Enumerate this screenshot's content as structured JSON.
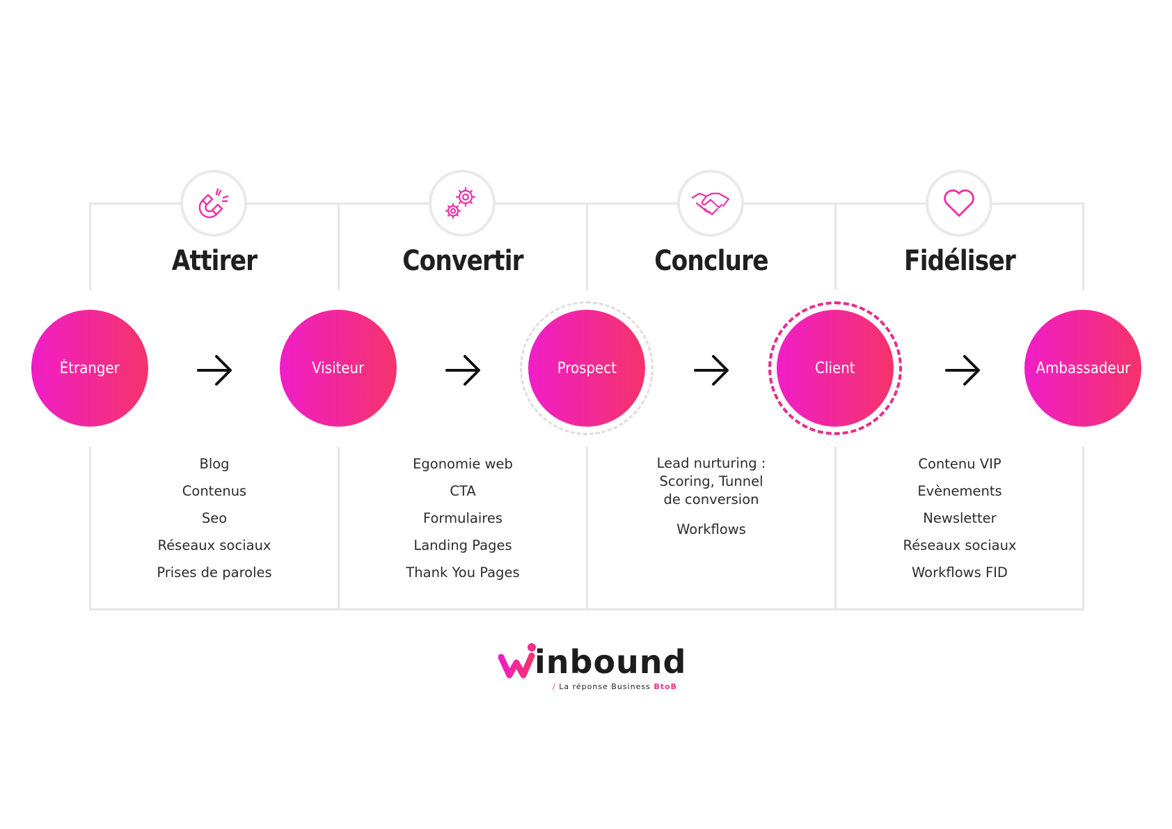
{
  "colors": {
    "accent_start": "#f01ec8",
    "accent_end": "#f5336a",
    "frame_line": "#e6e6e6",
    "text": "#2b2b2b"
  },
  "stages": [
    {
      "title": "Attirer",
      "icon": "magnet-icon",
      "items": [
        "Blog",
        "Contenus",
        "Seo",
        "Réseaux sociaux",
        "Prises de paroles"
      ]
    },
    {
      "title": "Convertir",
      "icon": "gears-icon",
      "items": [
        "Egonomie web",
        "CTA",
        "Formulaires",
        "Landing Pages",
        "Thank You Pages"
      ]
    },
    {
      "title": "Conclure",
      "icon": "handshake-icon",
      "lead": "Lead nurturing : Scoring, Tunnel de conversion",
      "lead_lines": [
        "Lead nurturing :",
        "Scoring, Tunnel",
        "de conversion"
      ],
      "items": [
        "Workflows"
      ]
    },
    {
      "title": "Fidéliser",
      "icon": "heart-icon",
      "items": [
        "Contenu VIP",
        "Evènements",
        "Newsletter",
        "Réseaux sociaux",
        "Workflows FID"
      ]
    }
  ],
  "nodes": [
    {
      "label": "Étranger",
      "ring": "none"
    },
    {
      "label": "Visiteur",
      "ring": "none"
    },
    {
      "label": "Prospect",
      "ring": "grey-dashed"
    },
    {
      "label": "Client",
      "ring": "pink-dashed"
    },
    {
      "label": "Ambassadeur",
      "ring": "none"
    }
  ],
  "logo": {
    "initial": "w",
    "word": "inbound",
    "tagline_slash": "/",
    "tagline": "La réponse Business",
    "tagline_accent": "BtoB"
  }
}
